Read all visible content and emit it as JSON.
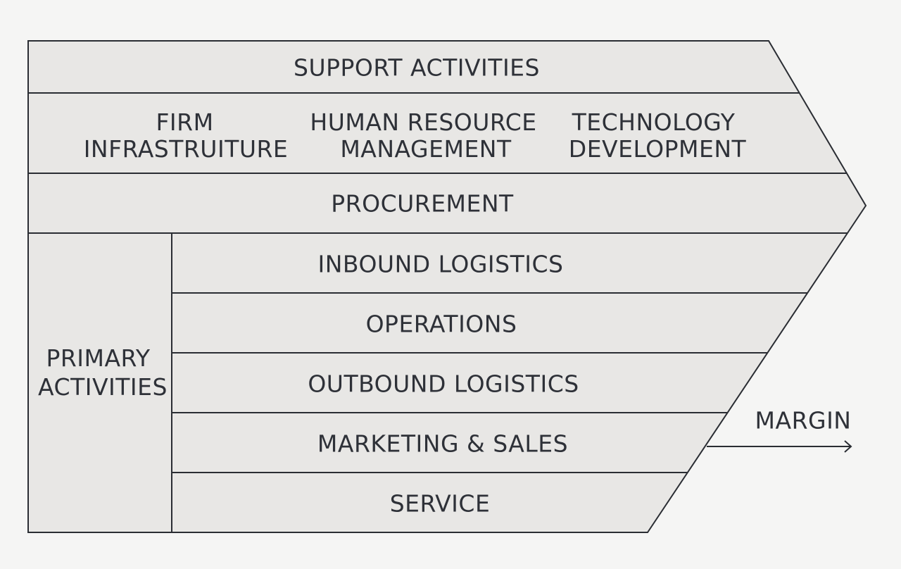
{
  "diagram": {
    "support": {
      "title": "SUPPORT ACTIVITIES",
      "firm": [
        "FIRM",
        "INFRASTRUITURE"
      ],
      "hr": [
        "HUMAN RESOURCE",
        "MANAGEMENT"
      ],
      "tech": [
        "TECHNOLOGY",
        "DEVELOPMENT"
      ],
      "procurement": "PROCUREMENT"
    },
    "primary": {
      "title": [
        "PRIMARY",
        "ACTIVITIES"
      ],
      "rows": [
        "INBOUND LOGISTICS",
        "OPERATIONS",
        "OUTBOUND LOGISTICS",
        "MARKETING & SALES",
        "SERVICE"
      ]
    },
    "margin": "MARGIN"
  }
}
